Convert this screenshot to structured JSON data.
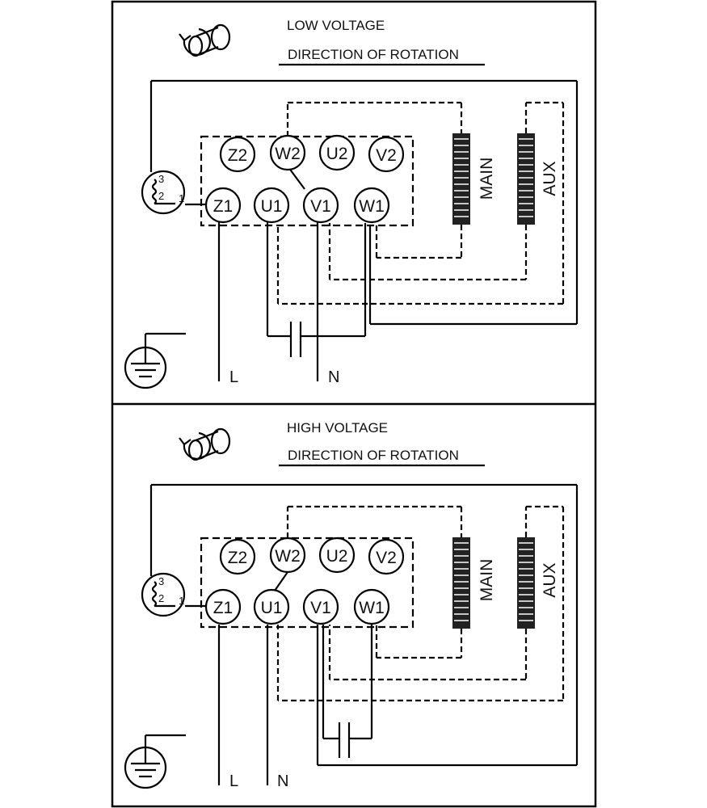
{
  "panels": [
    {
      "title": "LOW VOLTAGE",
      "subtitle": "DIRECTION OF ROTATION",
      "terminals_top": [
        "Z2",
        "W2",
        "U2",
        "V2"
      ],
      "terminals_bottom": [
        "Z1",
        "U1",
        "V1",
        "W1"
      ],
      "winding_main": "MAIN",
      "winding_aux": "AUX",
      "protector_pins": [
        "3",
        "2",
        "1"
      ],
      "supply_l": "L",
      "supply_n": "N"
    },
    {
      "title": "HIGH VOLTAGE",
      "subtitle": "DIRECTION OF ROTATION",
      "terminals_top": [
        "Z2",
        "W2",
        "U2",
        "V2"
      ],
      "terminals_bottom": [
        "Z1",
        "U1",
        "V1",
        "W1"
      ],
      "winding_main": "MAIN",
      "winding_aux": "AUX",
      "protector_pins": [
        "3",
        "2",
        "1"
      ],
      "supply_l": "L",
      "supply_n": "N"
    }
  ]
}
